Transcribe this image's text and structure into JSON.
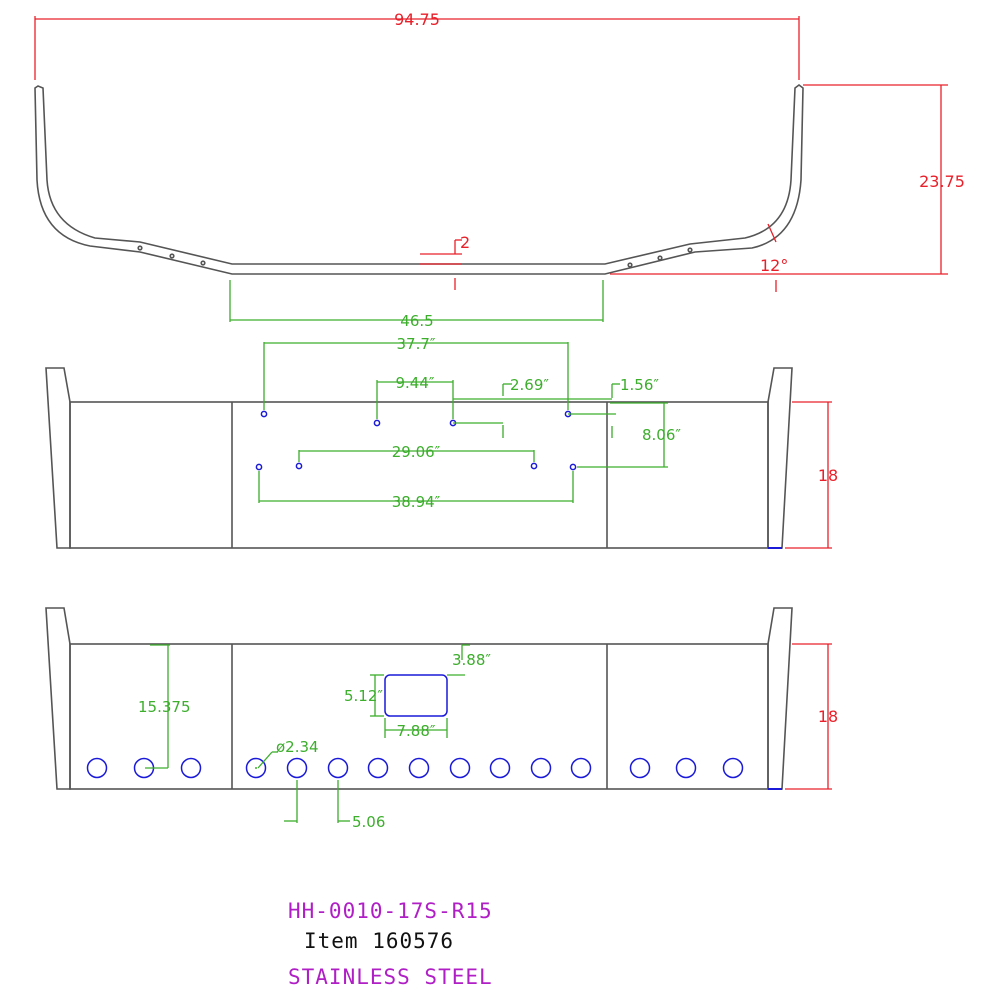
{
  "top_view": {
    "overall_width": "94.75",
    "depth": "23.75",
    "center_offset": "2",
    "bend_angle": "12°",
    "flat_width": "46.5"
  },
  "front_view": {
    "dim_top_spacing": "37.7″",
    "dim_a": "9.44″",
    "dim_b": "2.69″",
    "dim_c": "1.56″",
    "dim_vertical": "8.06″",
    "dim_inner_lower": "29.06″",
    "dim_outer_lower": "38.94″",
    "height": "18"
  },
  "rear_view": {
    "cutout_offset": "3.88″",
    "cutout_height": "5.12″",
    "cutout_width": "7.88″",
    "hole_height": "15.375",
    "hole_diameter": "ø2.34",
    "hole_spacing": "5.06",
    "height": "18"
  },
  "title_block": {
    "part_number": "HH-0010-17S-R15",
    "item": "Item 160576",
    "material": "STAINLESS STEEL"
  },
  "colors": {
    "outline": "#555555",
    "dimension_red": "#e8202a",
    "dimension_green": "#3cae2c",
    "holes": "#1a1ad8",
    "title": "#b01fc6"
  }
}
